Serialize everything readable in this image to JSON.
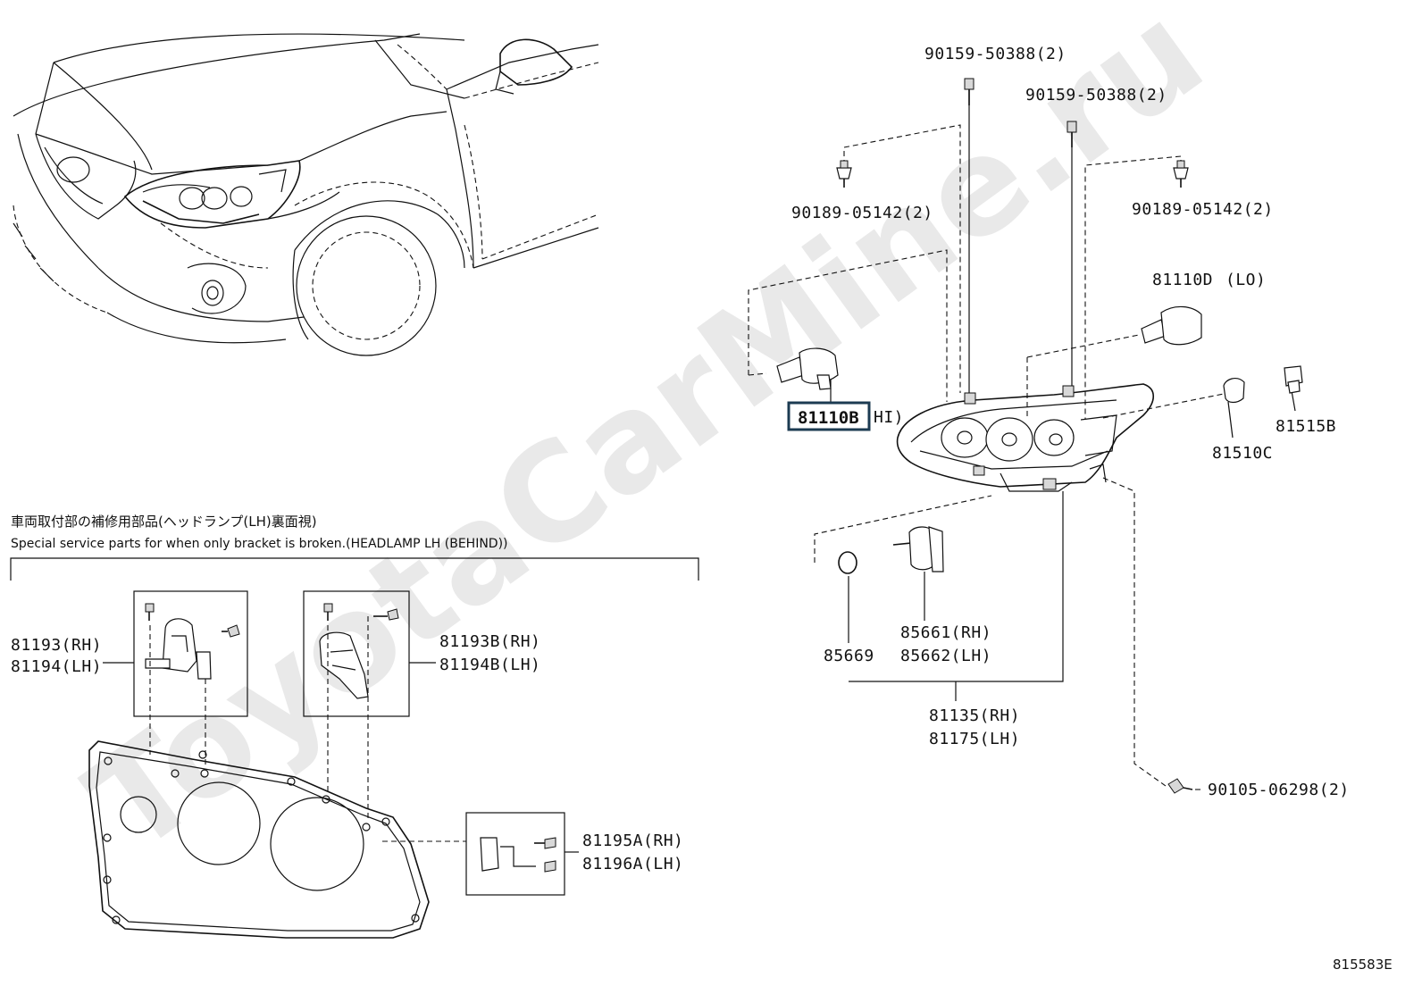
{
  "watermark": "ToyotaCarMine.ru",
  "diagram_code": "815583E",
  "bracket_section": {
    "title_jp": "車両取付部の補修用部品(ヘッドランプ(LH)裏面視)",
    "title_en": "Special service parts for when only bracket is broken.(HEADLAMP LH (BEHIND))"
  },
  "parts": {
    "bolt_top_1": "90159-50388(2)",
    "bolt_top_2": "90159-50388(2)",
    "screw_left": "90189-05142(2)",
    "screw_right": "90189-05142(2)",
    "bulb_lo": "81110D",
    "bulb_lo_note": "(LO)",
    "bulb_hi": "81110B",
    "bulb_hi_note": "HI)",
    "side_bulb": "81510C",
    "socket": "81515B",
    "seal": "85669",
    "motor_rh": "85661(RH)",
    "motor_lh": "85662(LH)",
    "headlamp_rh": "81135(RH)",
    "headlamp_lh": "81175(LH)",
    "screw_bottom": "90105-06298(2)",
    "bracket_a_rh": "81193(RH)",
    "bracket_a_lh": "81194(LH)",
    "bracket_b_rh": "81193B(RH)",
    "bracket_b_lh": "81194B(LH)",
    "bracket_c_rh": "81195A(RH)",
    "bracket_c_lh": "81196A(LH)"
  }
}
